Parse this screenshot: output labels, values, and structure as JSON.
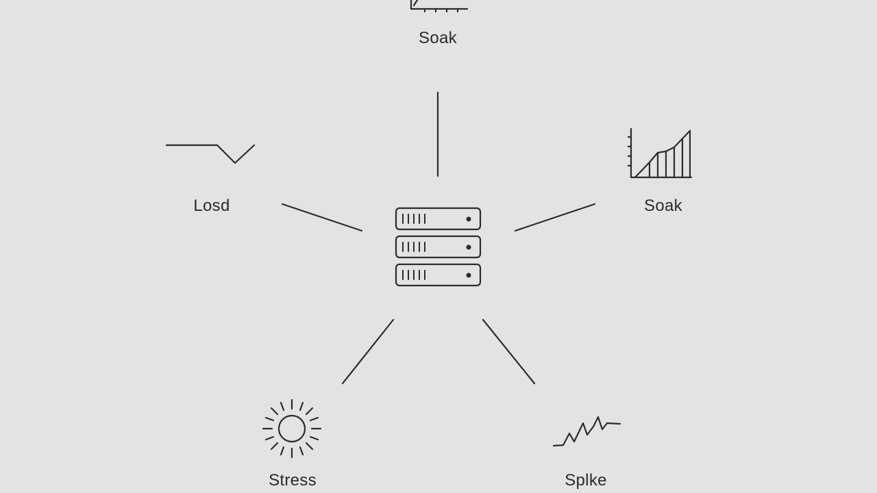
{
  "diagram": {
    "center": {
      "icon": "server-rack-icon"
    },
    "nodes": [
      {
        "id": "top",
        "label": "Soak",
        "icon": "line-chart-icon"
      },
      {
        "id": "left",
        "label": "Losd",
        "icon": "dip-line-icon"
      },
      {
        "id": "right",
        "label": "Soak",
        "icon": "bar-chart-icon"
      },
      {
        "id": "bottom-left",
        "label": "Stress",
        "icon": "sun-icon"
      },
      {
        "id": "bottom-right",
        "label": "Splke",
        "icon": "spike-line-icon"
      }
    ]
  },
  "colors": {
    "background": "#e3e3e3",
    "stroke": "#2b2b2b"
  }
}
